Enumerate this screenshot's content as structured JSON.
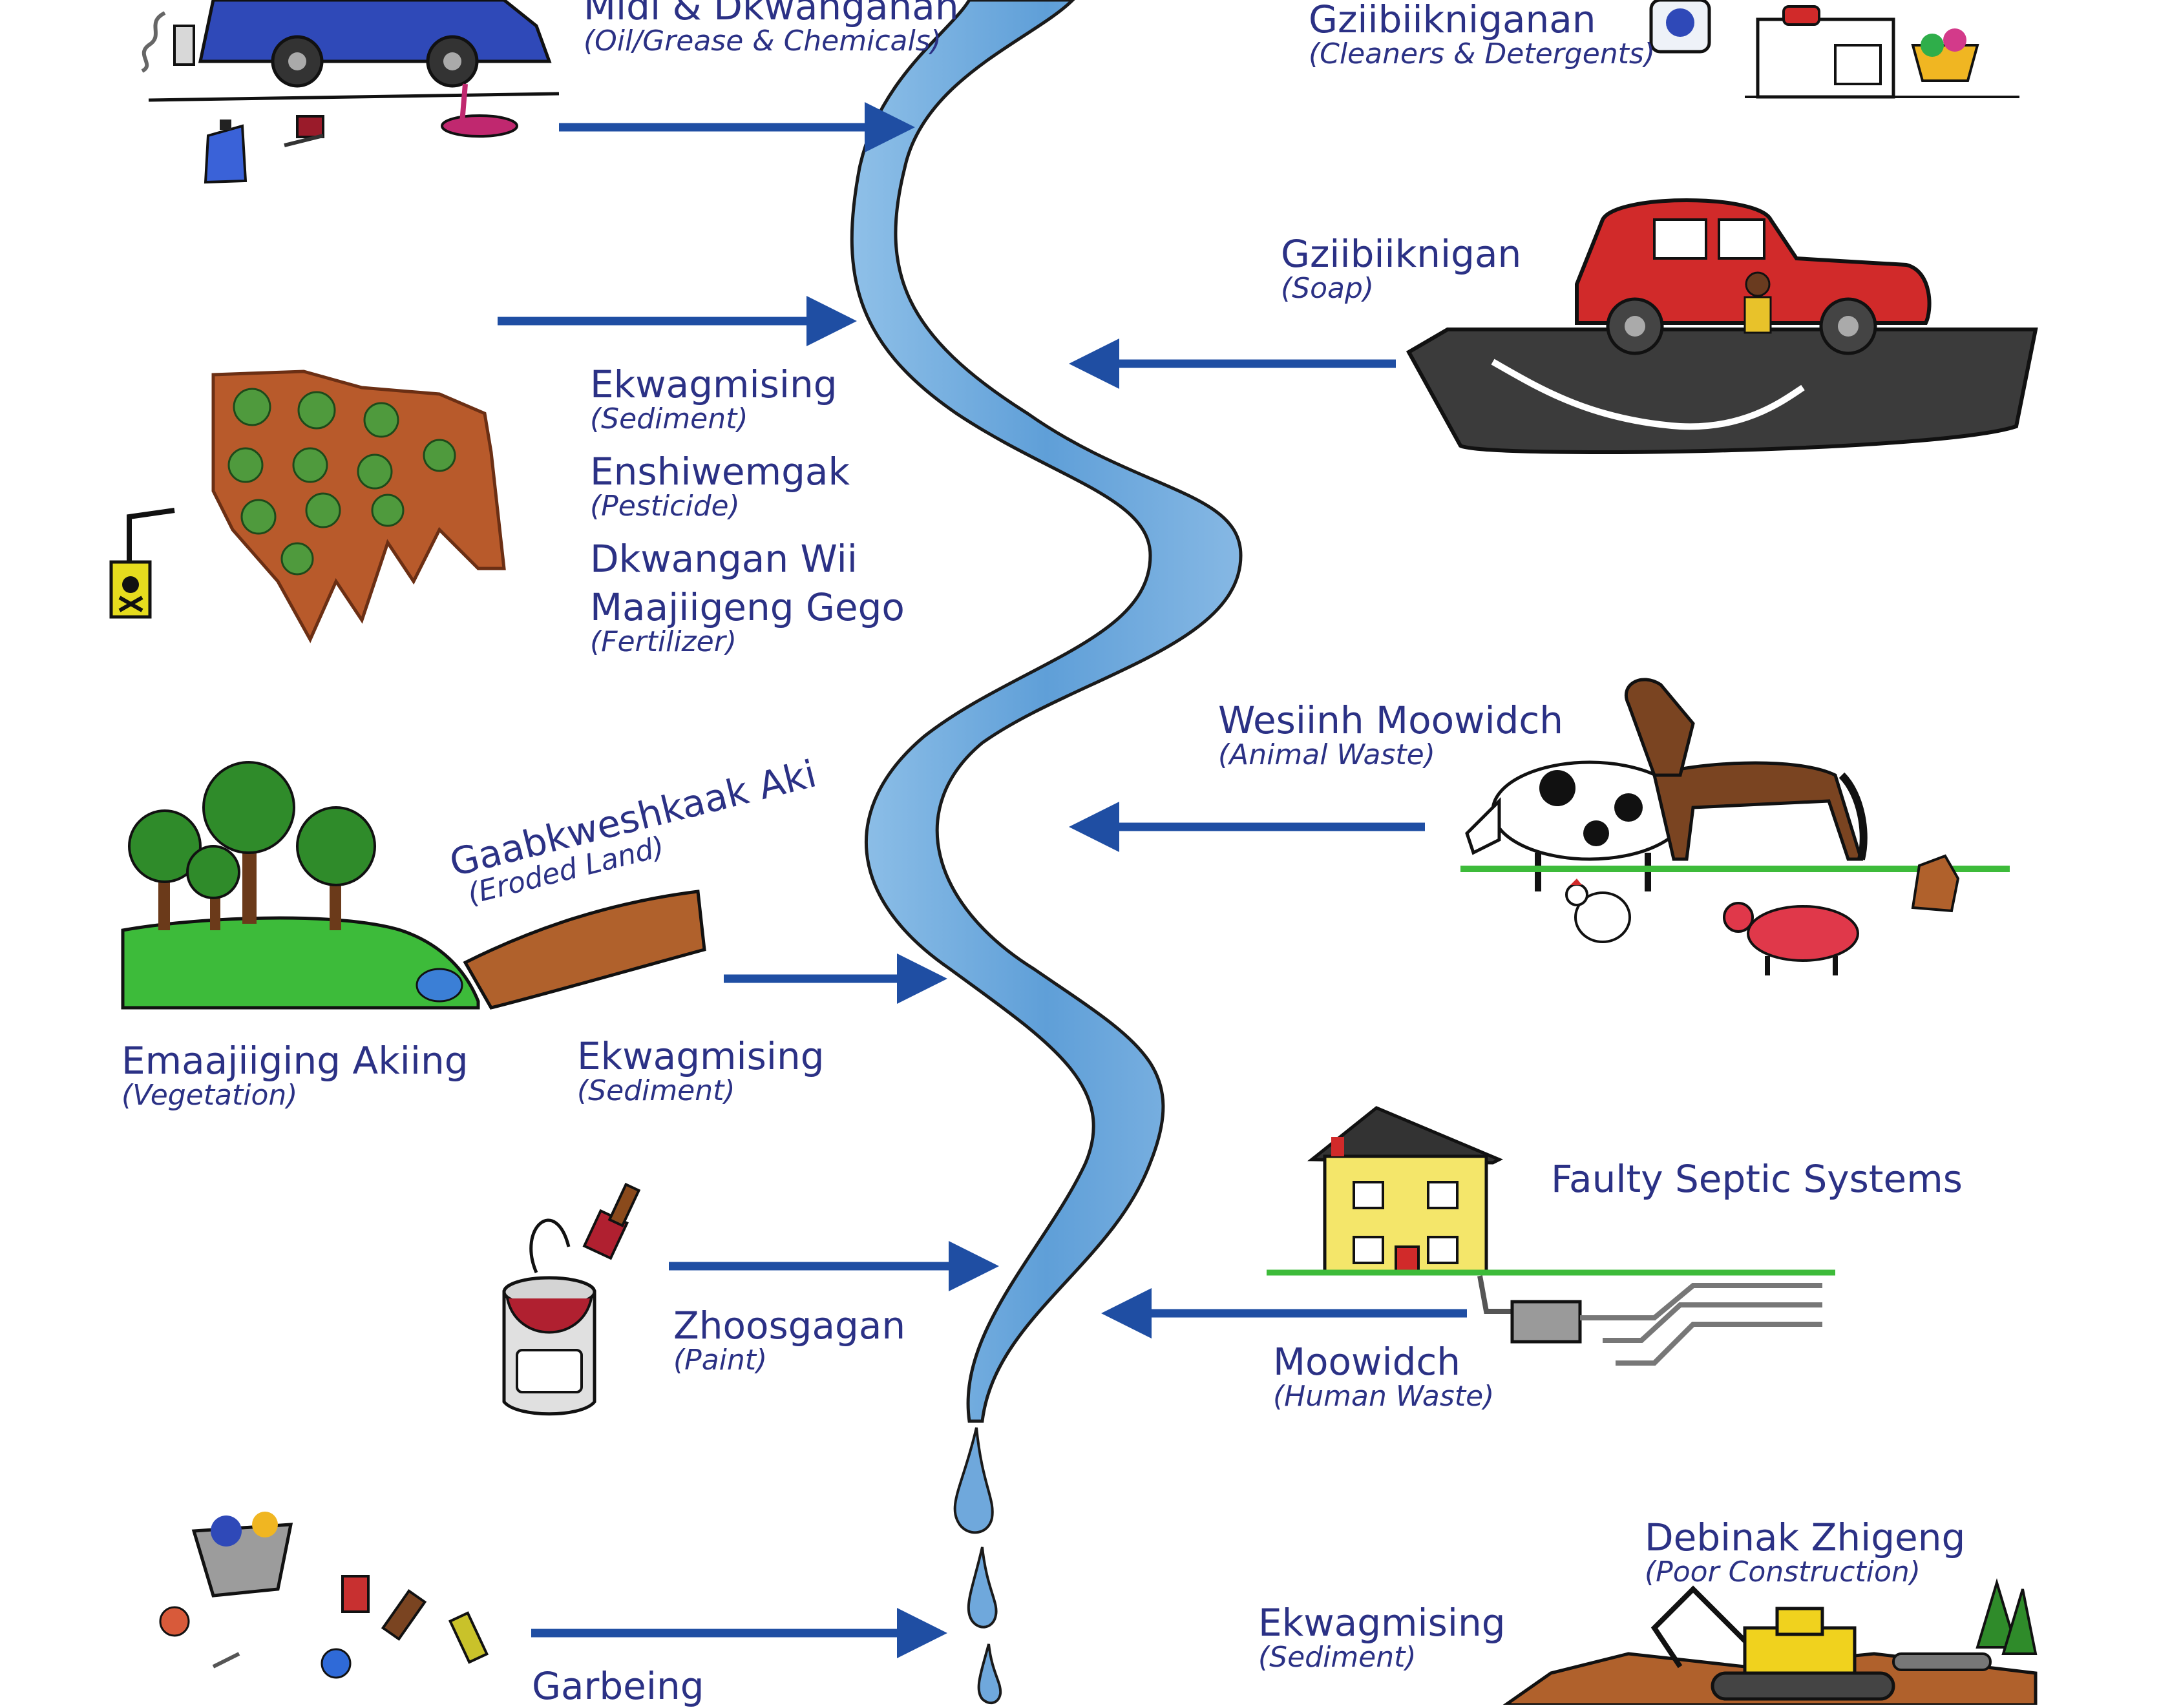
{
  "colors": {
    "text": "#2b3185",
    "arrow": "#1f4ea3",
    "water": "#6fa8dc"
  },
  "labels": {
    "oil": {
      "main": "Midi & Dkwanganan",
      "sub": "(Oil/Grease & Chemicals)"
    },
    "cleaners": {
      "main": "Gziibiikniganan",
      "sub": "(Cleaners & Detergents)"
    },
    "soap": {
      "main": "Gziibiiknigan",
      "sub": "(Soap)"
    },
    "sediment1": {
      "main": "Ekwagmising",
      "sub": "(Sediment)"
    },
    "pesticide": {
      "main": "Enshiwemgak",
      "sub": "(Pesticide)"
    },
    "fertilizer": {
      "main1": "Dkwangan Wii",
      "main2": "Maajiigeng Gego",
      "sub": "(Fertilizer)"
    },
    "animal": {
      "main": "Wesiinh Moowidch",
      "sub": "(Animal Waste)"
    },
    "eroded": {
      "main": "Gaabkweshkaak Aki",
      "sub": "(Eroded Land)"
    },
    "vegetation": {
      "main": "Emaajiiging Akiing",
      "sub": "(Vegetation)"
    },
    "sediment2": {
      "main": "Ekwagmising",
      "sub": "(Sediment)"
    },
    "septic": {
      "main": "Faulty Septic Systems"
    },
    "paint": {
      "main": "Zhoosgagan",
      "sub": "(Paint)"
    },
    "human": {
      "main": "Moowidch",
      "sub": "(Human Waste)"
    },
    "poor": {
      "main": "Debinak Zhigeng",
      "sub": "(Poor Construction)"
    },
    "sediment3": {
      "main": "Ekwagmising",
      "sub": "(Sediment)"
    },
    "garbage": {
      "main": "Garbeing"
    }
  },
  "icons": [
    "car-icon",
    "oil-can-icon",
    "laundry-icon",
    "car-wash-icon",
    "crop-field-icon",
    "pesticide-sign-icon",
    "forest-icon",
    "cow-icon",
    "horse-icon",
    "chicken-icon",
    "pig-icon",
    "dog-icon",
    "paint-can-icon",
    "house-icon",
    "septic-tank-icon",
    "trash-basket-icon",
    "excavator-icon"
  ]
}
